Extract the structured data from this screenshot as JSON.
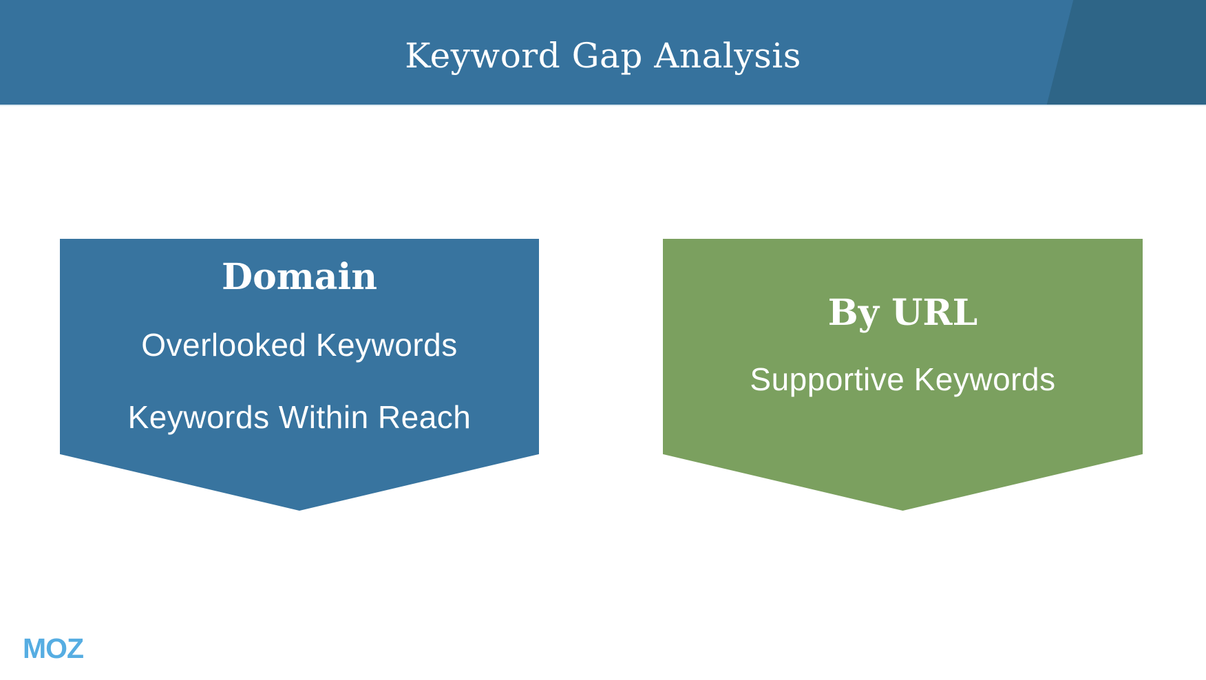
{
  "header": {
    "title": "Keyword Gap Analysis"
  },
  "banners": {
    "domain": {
      "title": "Domain",
      "items": [
        "Overlooked Keywords",
        "Keywords Within Reach"
      ]
    },
    "by_url": {
      "title": "By URL",
      "items": [
        "Supportive Keywords"
      ]
    }
  },
  "footer": {
    "logo_text": "MOZ"
  },
  "colors": {
    "header_blue": "#36729D",
    "header_accent_dark_blue": "#2E6587",
    "domain_banner_blue": "#38749F",
    "url_banner_green": "#7BA05F",
    "moz_logo_blue": "#56ADE2",
    "text_white": "#FFFFFF"
  }
}
